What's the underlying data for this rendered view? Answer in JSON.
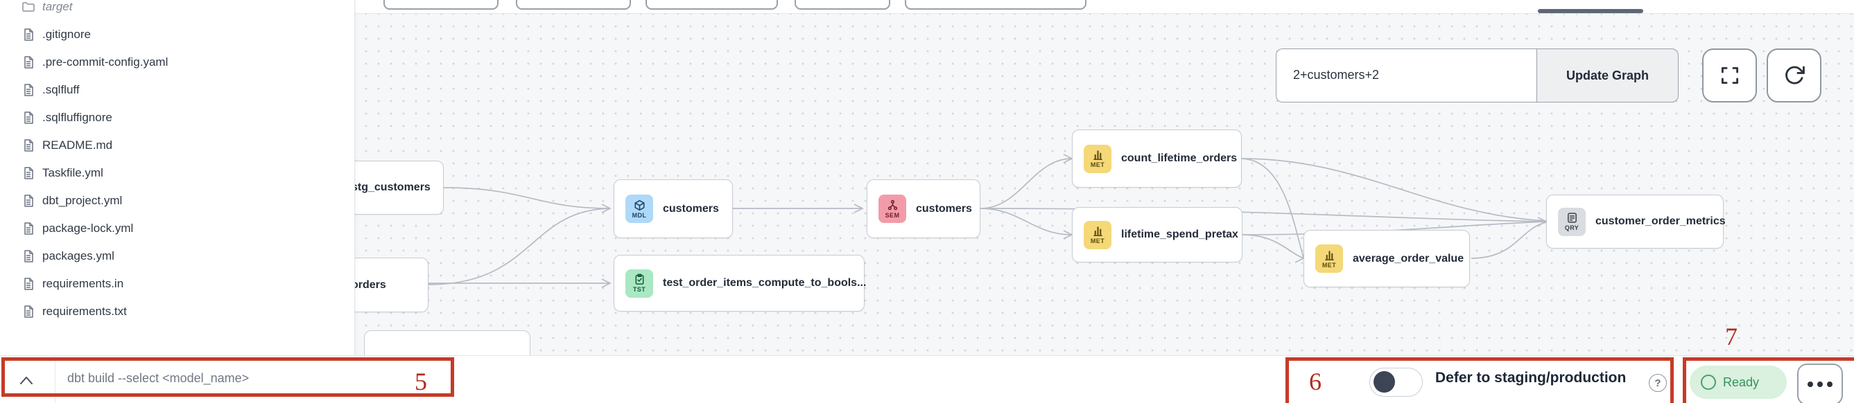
{
  "sidebar": {
    "folder": {
      "name": "target"
    },
    "files": [
      {
        "name": ".gitignore"
      },
      {
        "name": ".pre-commit-config.yaml"
      },
      {
        "name": ".sqlfluff"
      },
      {
        "name": ".sqlfluffignore"
      },
      {
        "name": "README.md"
      },
      {
        "name": "Taskfile.yml"
      },
      {
        "name": "dbt_project.yml"
      },
      {
        "name": "package-lock.yml"
      },
      {
        "name": "packages.yml"
      },
      {
        "name": "requirements.in"
      },
      {
        "name": "requirements.txt"
      }
    ]
  },
  "toolbar": {
    "selector_value": "2+customers+2",
    "update_button_label": "Update Graph"
  },
  "graph": {
    "nodes": [
      {
        "label": "stg_customers",
        "badge": "MDL",
        "type": "model"
      },
      {
        "label": "orders",
        "badge": "MDL",
        "type": "model"
      },
      {
        "label": "customers",
        "badge": "MDL",
        "type": "model"
      },
      {
        "label": "test_order_items_compute_to_bools...",
        "badge": "TST",
        "type": "test"
      },
      {
        "label": "customers",
        "badge": "SEM",
        "type": "semantic_model"
      },
      {
        "label": "count_lifetime_orders",
        "badge": "MET",
        "type": "metric"
      },
      {
        "label": "lifetime_spend_pretax",
        "badge": "MET",
        "type": "metric"
      },
      {
        "label": "average_order_value",
        "badge": "MET",
        "type": "metric"
      },
      {
        "label": "customer_order_metrics",
        "badge": "QRY",
        "type": "saved_query"
      }
    ],
    "edges": [
      "stg_customers -> customers(MDL)",
      "orders -> customers(MDL)",
      "orders -> test_order_items_compute_to_bools...",
      "customers(MDL) -> customers(SEM)",
      "customers(SEM) -> count_lifetime_orders",
      "customers(SEM) -> lifetime_spend_pretax",
      "customers(SEM) -> customer_order_metrics",
      "count_lifetime_orders -> average_order_value",
      "count_lifetime_orders -> customer_order_metrics",
      "lifetime_spend_pretax -> average_order_value",
      "lifetime_spend_pretax -> customer_order_metrics",
      "average_order_value -> customer_order_metrics"
    ],
    "badge_colors": {
      "MDL": "#aed9f8",
      "TST": "#a9e8c3",
      "SEM": "#f29ca9",
      "MET": "#f5d878",
      "QRY": "#d9dce0"
    }
  },
  "statusbar": {
    "command_placeholder": "dbt build --select <model_name>",
    "defer_toggle_label": "Defer to staging/production",
    "defer_toggle_state": "off",
    "help_glyph": "?",
    "ready_label": "Ready"
  },
  "annotations": {
    "box_color": "#c53b28",
    "step5": "5",
    "step6": "6",
    "step7": "7"
  }
}
